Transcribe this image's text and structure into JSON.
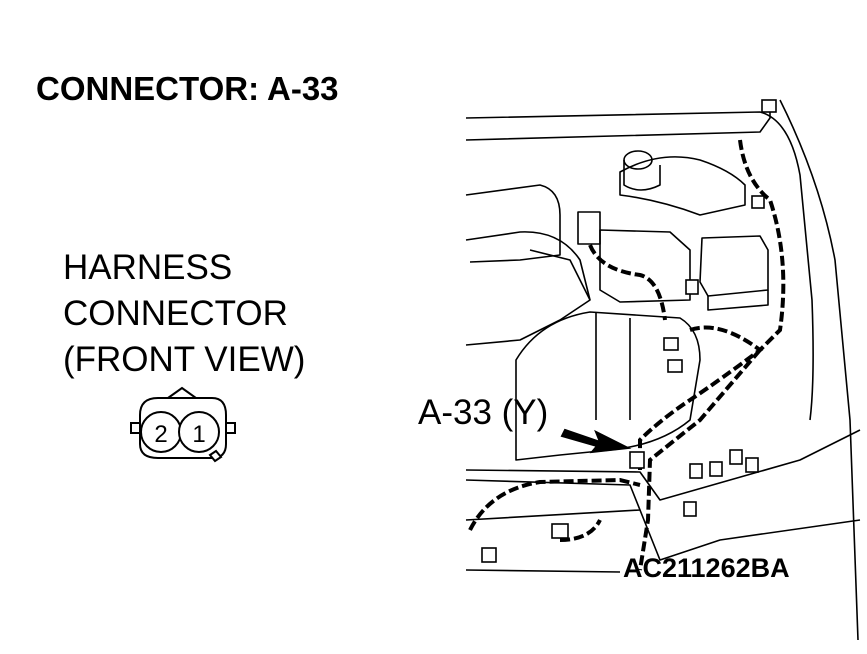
{
  "title": "CONNECTOR: A-33",
  "harness_label": {
    "line1": "HARNESS",
    "line2": "CONNECTOR",
    "line3": "(FRONT VIEW)"
  },
  "connector_pins": [
    "2",
    "1"
  ],
  "callout_label": "A-33 (Y)",
  "figure_id": "AC211262BA",
  "colors": {
    "line": "#000000",
    "background": "#ffffff"
  }
}
